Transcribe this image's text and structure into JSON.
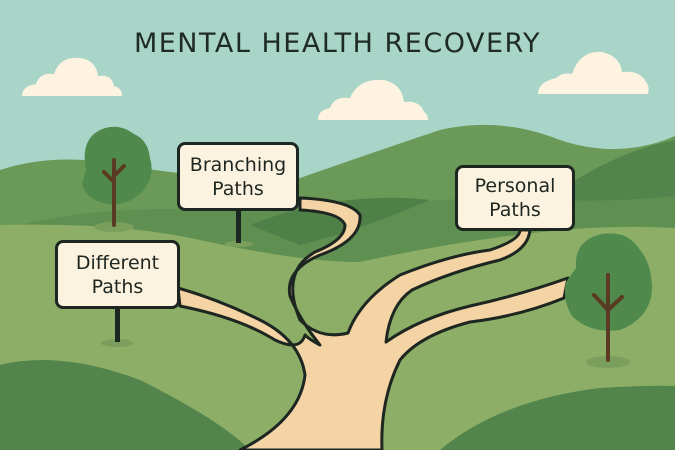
{
  "title": "MENTAL HEALTH RECOVERY",
  "signs": [
    {
      "id": "branching",
      "line1": "Branching",
      "line2": "Paths"
    },
    {
      "id": "different",
      "line1": "Different",
      "line2": "Paths"
    },
    {
      "id": "personal",
      "line1": "Personal",
      "line2": "Paths"
    }
  ],
  "colors": {
    "sky": "#a8d5c8",
    "cloud": "#fdf3e0",
    "hill_dark": "#52844b",
    "hill_mid": "#6b9a58",
    "grass_light": "#8cae66",
    "path": "#f4d3a4",
    "outline": "#1d2620",
    "sign_fill": "#fcf2e0",
    "tree_canopy": "#4f8a4c",
    "tree_trunk": "#5a3a22"
  }
}
